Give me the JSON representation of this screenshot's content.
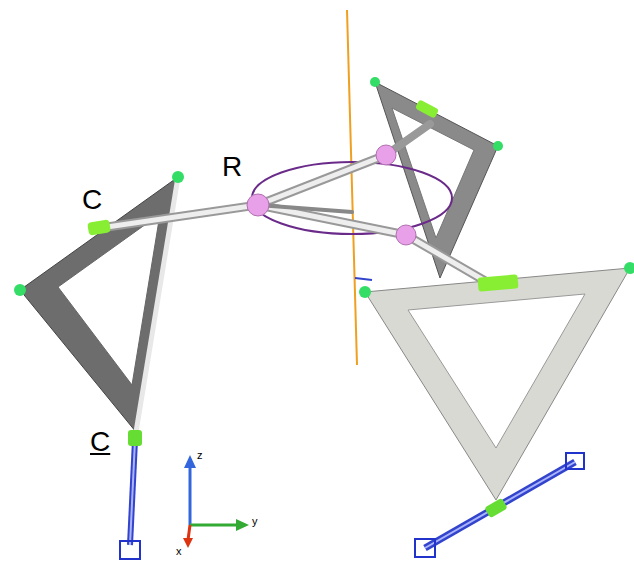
{
  "diagram": {
    "labels": [
      "C",
      "R",
      "C",
      "z",
      "y",
      "x"
    ]
  }
}
